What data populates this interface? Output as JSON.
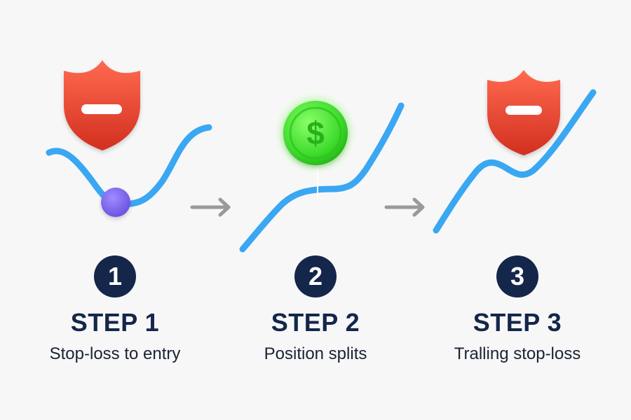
{
  "steps": [
    {
      "number": "1",
      "title": "STEP 1",
      "description": "Stop-loss to entry"
    },
    {
      "number": "2",
      "title": "STEP 2",
      "description": "Position splits"
    },
    {
      "number": "3",
      "title": "STEP 3",
      "description": "Tralling stop-loss"
    }
  ],
  "icons": {
    "shield": "shield-icon",
    "coin": "dollar-coin-icon",
    "dot": "entry-dot-icon",
    "arrow": "arrow-right-icon"
  },
  "colors": {
    "line": "#3aa7f2",
    "shield": "#e8402d",
    "coin": "#3ddb2b",
    "dot": "#7b62ee",
    "badge": "#14264a",
    "arrow": "#9a9a9a"
  },
  "coin_symbol": "$"
}
